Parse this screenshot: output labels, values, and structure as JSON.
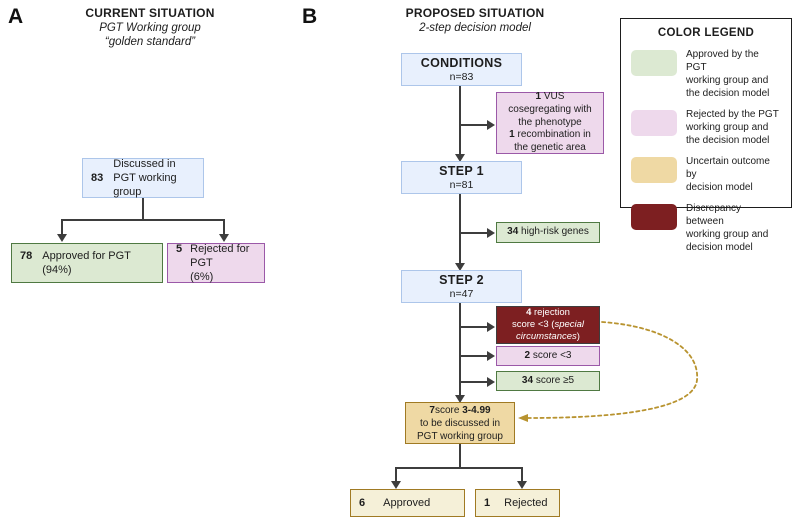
{
  "panels": {
    "a": {
      "letter": "A",
      "title": "CURRENT SITUATION",
      "subtitle_line1": "PGT Working group",
      "subtitle_line2": "“golden standard”",
      "nodes": {
        "root": {
          "n": "83",
          "text": "Discussed in PGT working group",
          "color": "#e8f0fd"
        },
        "approved": {
          "n": "78",
          "text": "Approved for PGT (94%)",
          "line1": "Approved for PGT",
          "line2": "(94%)",
          "color": "#dce9d2"
        },
        "rejected": {
          "n": "5",
          "text": "Rejected for PGT (6%)",
          "line1": "Rejected for PGT",
          "line2": "(6%)",
          "color": "#eed9ec"
        }
      }
    },
    "b": {
      "letter": "B",
      "title": "PROPOSED SITUATION",
      "subtitle": "2-step decision model",
      "nodes": {
        "conditions": {
          "title": "CONDITIONS",
          "count": "n=83",
          "color": "#e8f0fd"
        },
        "excluded": {
          "n1": "1",
          "t1": "VUS",
          "l1": "1 VUS",
          "l2": "cosegregating with",
          "l3": "the phenotype",
          "n2": "1",
          "l4": "recombination in",
          "l5": "the genetic area",
          "color": "#eed9ec"
        },
        "step1": {
          "title": "STEP 1",
          "count": "n=81",
          "color": "#e8f0fd"
        },
        "highrisk": {
          "n": "34",
          "text": "high-risk genes",
          "color": "#dce9d2"
        },
        "step2": {
          "title": "STEP 2",
          "count": "n=47",
          "color": "#e8f0fd"
        },
        "rejection": {
          "n": "4",
          "l1": "rejection",
          "l2": "score <3 (",
          "l2i": "special",
          "l3i": "circumstances",
          "l3": ")",
          "color": "#7d1f21"
        },
        "score_lt3": {
          "n": "2",
          "text": "score <3",
          "color": "#eed9ec"
        },
        "score_ge5": {
          "n": "34",
          "text": "score ≥5",
          "color": "#dce9d2"
        },
        "discuss": {
          "n": "7",
          "l1a": "score ",
          "l1b": "3-4.99",
          "l2": "to be discussed in",
          "l3": "PGT working group",
          "color": "#efd9a4"
        },
        "final_approved": {
          "n": "6",
          "text": "Approved",
          "color": "#f5f0d8"
        },
        "final_rejected": {
          "n": "1",
          "text": "Rejected",
          "color": "#f5f0d8"
        }
      }
    }
  },
  "legend": {
    "title": "COLOR LEGEND",
    "items": [
      {
        "color": "#dce9d2",
        "l1": "Approved by the PGT",
        "l2": "working group and",
        "l3": "the decision model"
      },
      {
        "color": "#eed9ec",
        "l1": "Rejected by the PGT",
        "l2": "working group and",
        "l3": "the  decision model"
      },
      {
        "color": "#efd9a4",
        "l1": "Uncertain outcome by",
        "l2": "decision model",
        "l3": ""
      },
      {
        "color": "#7d1f21",
        "l1": "Discrepancy between",
        "l2": "working group and",
        "l3": "decision model"
      }
    ]
  },
  "colors": {
    "green": "#dce9d2",
    "pink": "#eed9ec",
    "tan": "#efd9a4",
    "dark_red": "#7d1f21",
    "blue": "#e8f0fd",
    "arrow": "#3d3d3d",
    "dotted": "#b8932f"
  }
}
